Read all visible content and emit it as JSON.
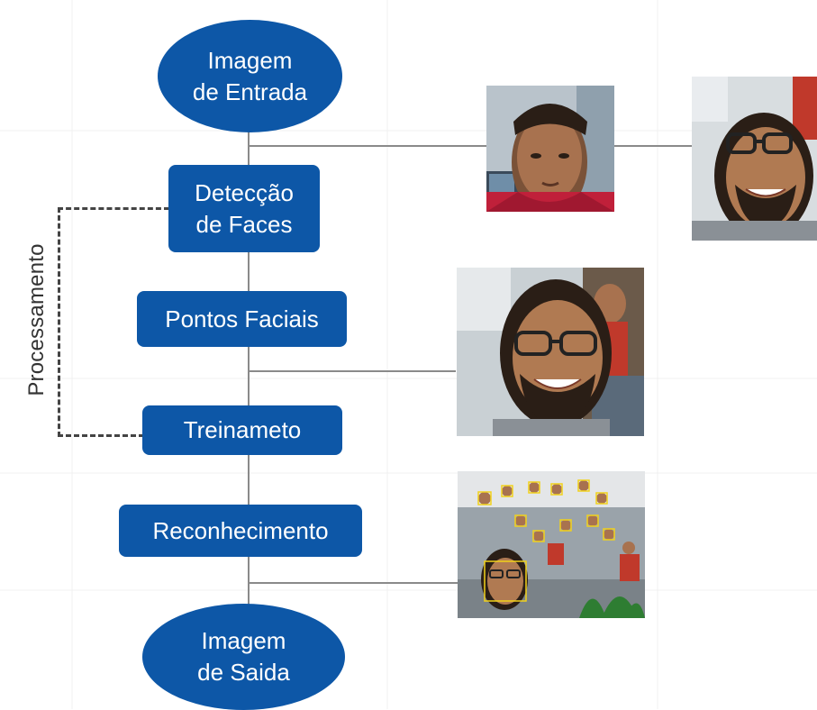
{
  "nodes": {
    "input_image": "Imagem\nde Entrada",
    "face_detection": "Detecção\nde Faces",
    "facial_points": "Pontos Faciais",
    "training": "Treinameto",
    "recognition": "Reconhecimento",
    "output_image": "Imagem\nde Saida"
  },
  "side_label": "Processamento",
  "photos": [
    {
      "name": "input-face-photo",
      "depicts": "young man portrait"
    },
    {
      "name": "selfie-photo",
      "depicts": "smiling man with glasses"
    },
    {
      "name": "facial-points-photo",
      "depicts": "smiling man with glasses and group"
    },
    {
      "name": "recognition-photo",
      "depicts": "group photo with face detection boxes"
    }
  ],
  "colors": {
    "node_fill": "#0d57a7",
    "node_text": "#ffffff",
    "connector": "#8a8a8a",
    "dashed_bracket": "#444444",
    "detection_box": "#f2d21b"
  }
}
